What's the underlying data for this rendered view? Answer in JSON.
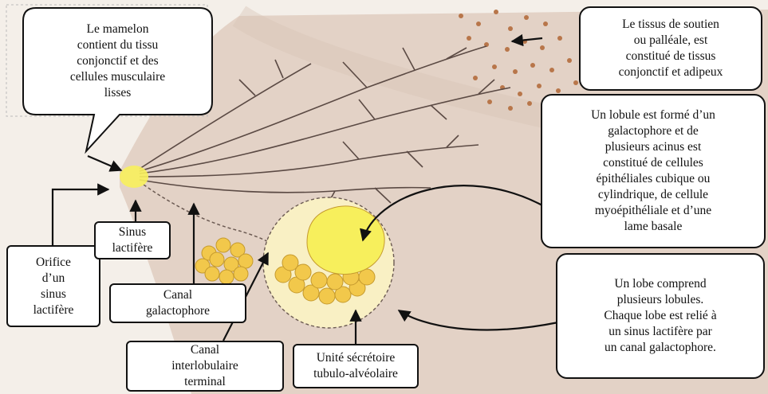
{
  "labels": {
    "nipple": "Le mamelon\ncontient du tissu\nconjonctif et des\ncellules musculaire\nlisses",
    "support_tissue": "Le tissus de soutien\nou palléale,  est\nconstitué de tissus\nconjonctif et adipeux",
    "lobule": "Un lobule est formé d’un\ngalactophore et de\nplusieurs acinus est\nconstitué de cellules\népithéliales  cubique ou\ncylindrique, de cellule\nmyoépithéliale  et d’une\nlame basale",
    "lobe": "Un lobe comprend\nplusieurs lobules.\nChaque lobe est relié à\nun sinus lactifère par\nun canal  galactophore.",
    "orifice": "Orifice\nd’un\nsinus\nlactifère",
    "sinus": "Sinus\nlactifère",
    "canal_galactophore": "Canal\ngalactophore",
    "canal_interlobulaire": "Canal\ninterlobulaire\nterminal",
    "unite_secretoire": "Unité sécrétoire\ntubulo-alvéolaire"
  },
  "colors": {
    "breast_tissue": "#e3d2c6",
    "background": "#f4efe9",
    "duct": "#5b4a44",
    "acinus": "#f2c84b",
    "nipple": "#f7ef5c",
    "fat_dots": "#b8764a",
    "outline": "#111111"
  }
}
